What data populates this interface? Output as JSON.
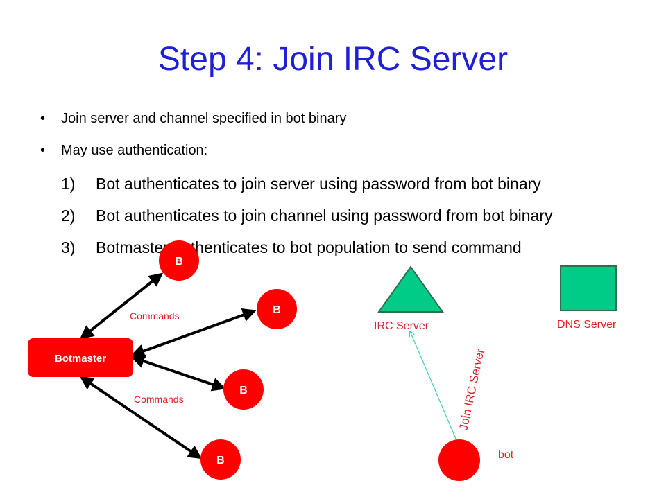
{
  "title": "Step 4: Join IRC Server",
  "bullets": [
    "Join server and channel specified in bot binary",
    "May use authentication:"
  ],
  "bullet_symbol": "•",
  "numbered": [
    {
      "num": "1)",
      "text": "Bot authenticates to join server using password from bot binary"
    },
    {
      "num": "2)",
      "text": "Bot authenticates to join channel using password from bot binary"
    },
    {
      "num": "3)",
      "text": "Botmaster authenticates to bot population to send command"
    }
  ],
  "diagram": {
    "botmaster_label": "Botmaster",
    "bot_letter": "B",
    "commands_top": "Commands",
    "commands_bottom": "Commands",
    "irc_server_label": "IRC Server",
    "dns_server_label": "DNS Server",
    "join_label": "Join IRC Server",
    "bot_label": "bot"
  },
  "colors": {
    "title": "#1f1fd6",
    "red": "#ff0000",
    "server_fill": "#00cc88",
    "server_stroke": "#2f6f4f",
    "arrow_teal": "#40d0b0",
    "label_red": "#e0202a"
  }
}
